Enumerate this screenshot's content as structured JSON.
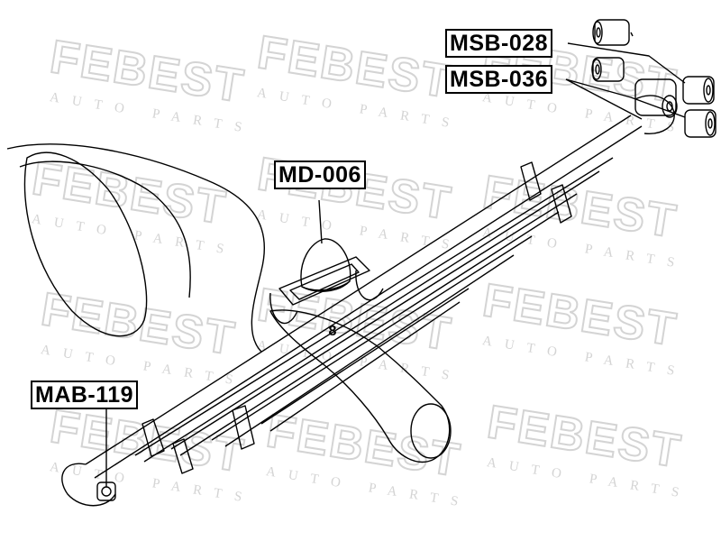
{
  "watermark": {
    "brand": "FEBEST",
    "tagline": "AUTO PARTS",
    "color": "#d4d4d4"
  },
  "parts": {
    "msb028": "MSB-028",
    "msb036": "MSB-036",
    "md006": "MD-006",
    "mab119": "MAB-119"
  },
  "leaf_label": "8",
  "colors": {
    "line": "#000000",
    "background": "#ffffff"
  }
}
